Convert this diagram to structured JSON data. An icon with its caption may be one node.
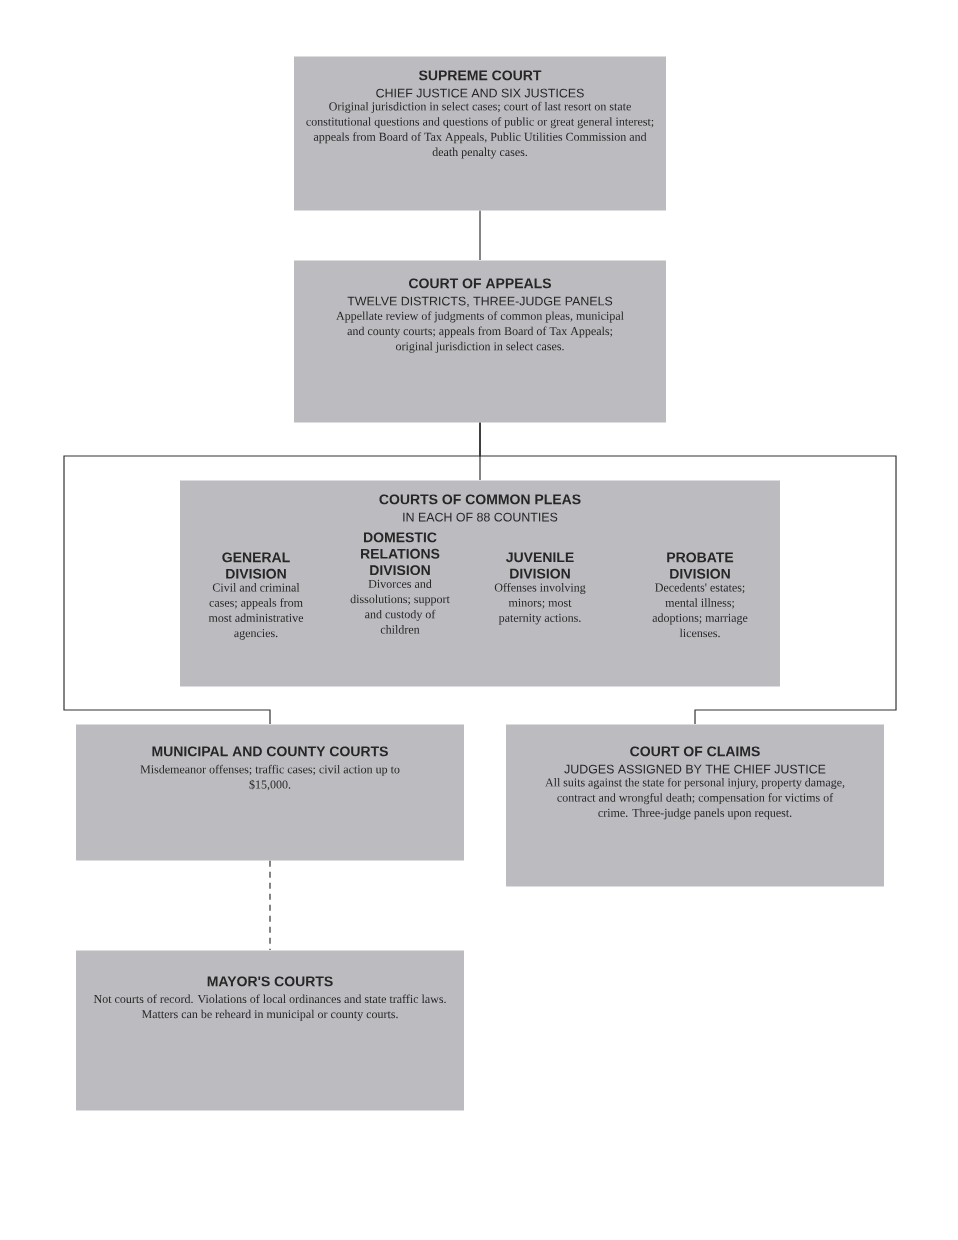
{
  "diagram": {
    "nodes": [
      {
        "text": [
          "SUPREME COURT",
          "CHIEF JUSTICE AND SIX JUSTICES",
          "Original jurisdiction in select cases; court of last resort on state constitutional questions and questions of public or great general interest; appeals from Board of Tax Appeals, Public Utilities Commission and death penalty cases."
        ]
      },
      {
        "text": [
          "COURT OF APPEALS",
          "TWELVE DISTRICTS, THREE-JUDGE PANELS",
          "Appellate review of judgments of common pleas, municipal and county courts; appeals from Board of Tax Appeals; original jurisdiction in select cases."
        ]
      },
      {
        "text": [
          "COURTS OF COMMON PLEAS",
          "IN EACH OF 88 COUNTIES"
        ]
      },
      {
        "text": [
          "GENERAL DIVISION",
          "Civil and criminal cases; appeals from most administrative agencies."
        ],
        "in": 2
      },
      {
        "text": [
          "DOMESTIC RELATIONS DIVISION",
          "Divorces and dissolutions; support and custody of children"
        ],
        "in": 2
      },
      {
        "text": [
          "JUVENILE DIVISION",
          "Offenses involving minors; most paternity actions."
        ],
        "in": 2
      },
      {
        "text": [
          "PROBATE DIVISION",
          "Decedents' estates; mental illness; adoptions; marriage licenses."
        ],
        "in": 2
      },
      {
        "text": [
          "MUNICIPAL AND COUNTY COURTS",
          "Misdemeanor offenses; traffic cases; civil action up to $15,000."
        ]
      },
      {
        "text": [
          "COURT OF CLAIMS",
          "JUDGES ASSIGNED BY THE CHIEF JUSTICE",
          "All suits against the state for personal injury, property damage, contract and wrongful death; compensation for victims of crime. Three-judge panels upon request."
        ]
      },
      {
        "text": [
          "MAYOR'S COURTS",
          "Not courts of record. Violations of local ordinances and state traffic laws. Matters can be reheard in municipal or county courts."
        ]
      }
    ],
    "edges": [
      {
        "from": 0,
        "to": 1,
        "arrow": "none"
      },
      {
        "from": 1,
        "to": 2,
        "arrow": "none"
      },
      {
        "from": 1,
        "to": 7,
        "arrow": "none"
      },
      {
        "from": 1,
        "to": 8,
        "arrow": "none"
      },
      {
        "from": 7,
        "to": 9,
        "arrow": "none",
        "style": "dashed"
      }
    ]
  }
}
